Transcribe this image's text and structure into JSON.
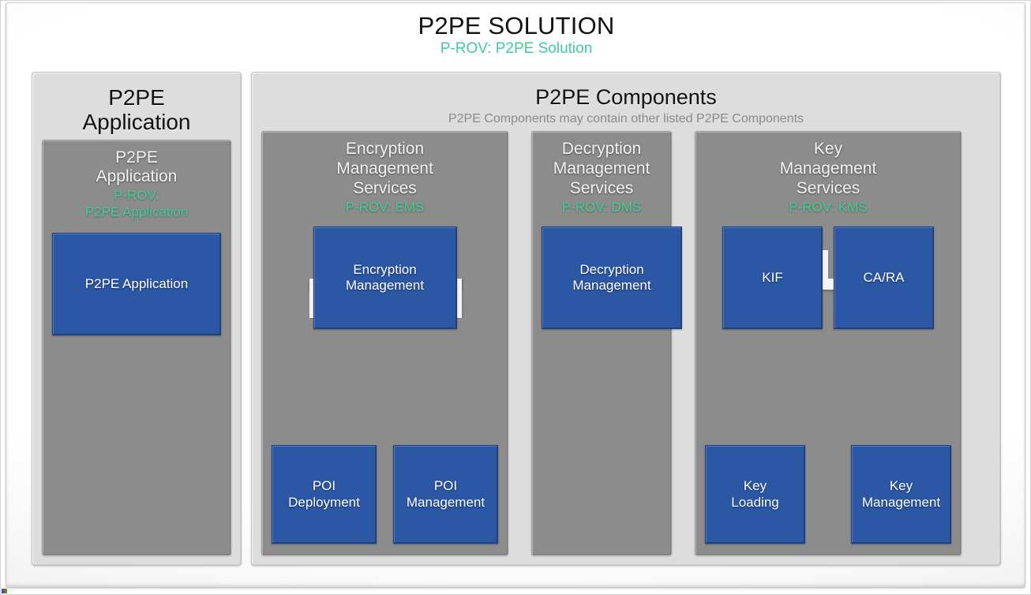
{
  "title": "P2PE SOLUTION",
  "subtitle": "P-ROV: P2PE Solution",
  "accent_green": "#3ecf96",
  "blue": "#2b57a5",
  "card_gray": "#8c8c8c",
  "panel_gray": "#dddddd",
  "panels": {
    "application": {
      "heading_line1": "P2PE",
      "heading_line2": "Application",
      "card": {
        "title_line1": "P2PE",
        "title_line2": "Application",
        "rov_line1": "P-ROV:",
        "rov_line2": "P2PE Application",
        "boxes": [
          {
            "label": "P2PE Application"
          }
        ]
      }
    },
    "components": {
      "heading": "P2PE Components",
      "note": "P2PE Components may contain other listed P2PE Components",
      "cards": [
        {
          "id": "ems",
          "title_line1": "Encryption",
          "title_line2": "Management",
          "title_line3": "Services",
          "rov": "P-ROV: EMS",
          "top_boxes": [
            {
              "label_line1": "Encryption",
              "label_line2": "Management"
            }
          ],
          "bottom_boxes": [
            {
              "label_line1": "POI",
              "label_line2": "Deployment"
            },
            {
              "label_line1": "POI",
              "label_line2": "Management"
            }
          ]
        },
        {
          "id": "dms",
          "title_line1": "Decryption",
          "title_line2": "Management",
          "title_line3": "Services",
          "rov": "P-ROV: DMS",
          "top_boxes": [
            {
              "label_line1": "Decryption",
              "label_line2": "Management"
            }
          ],
          "bottom_boxes": []
        },
        {
          "id": "kms",
          "title_line1": "Key",
          "title_line2": "Management",
          "title_line3": "Services",
          "rov": "P-ROV: KMS",
          "top_boxes": [
            {
              "label_line1": "KIF",
              "label_line2": ""
            },
            {
              "label_line1": "CA/RA",
              "label_line2": ""
            }
          ],
          "bottom_boxes": [
            {
              "label_line1": "Key",
              "label_line2": "Loading"
            },
            {
              "label_line1": "Key",
              "label_line2": "Management"
            }
          ]
        }
      ]
    }
  }
}
